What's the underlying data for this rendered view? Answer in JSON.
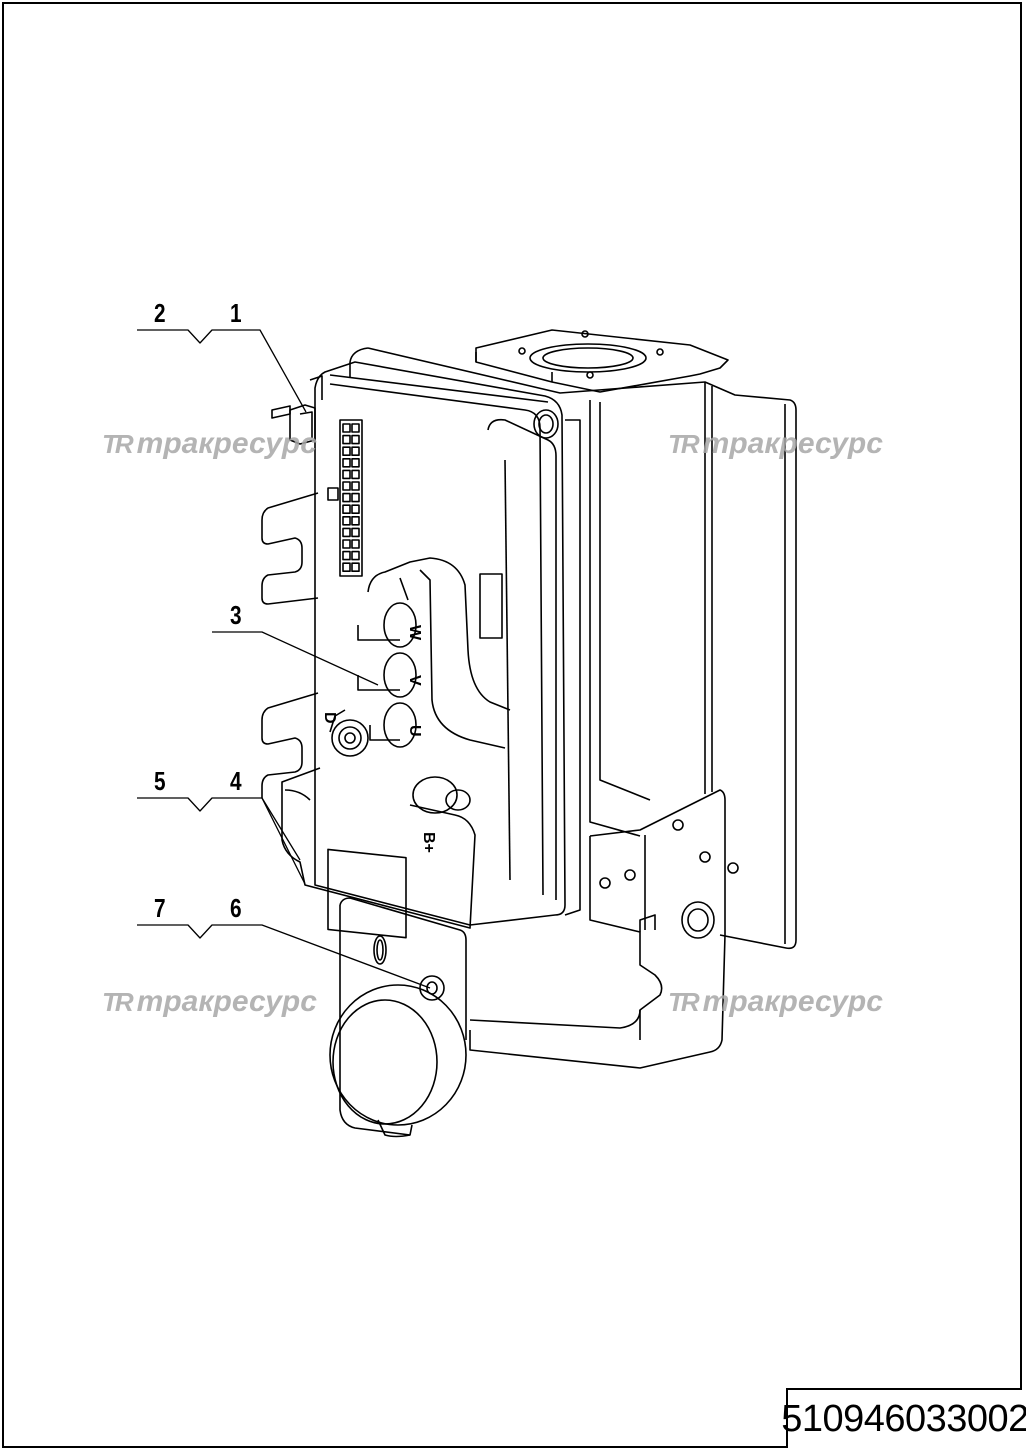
{
  "document": {
    "number": "510946033002"
  },
  "callouts": {
    "c1": "1",
    "c2": "2",
    "c3": "3",
    "c4": "4",
    "c5": "5",
    "c6": "6",
    "c7": "7"
  },
  "watermark": {
    "logo": "TR",
    "text": "тракресурс"
  },
  "terminals": {
    "w": "W",
    "v": "V",
    "u": "U",
    "d": "D",
    "bplus": "B+"
  }
}
